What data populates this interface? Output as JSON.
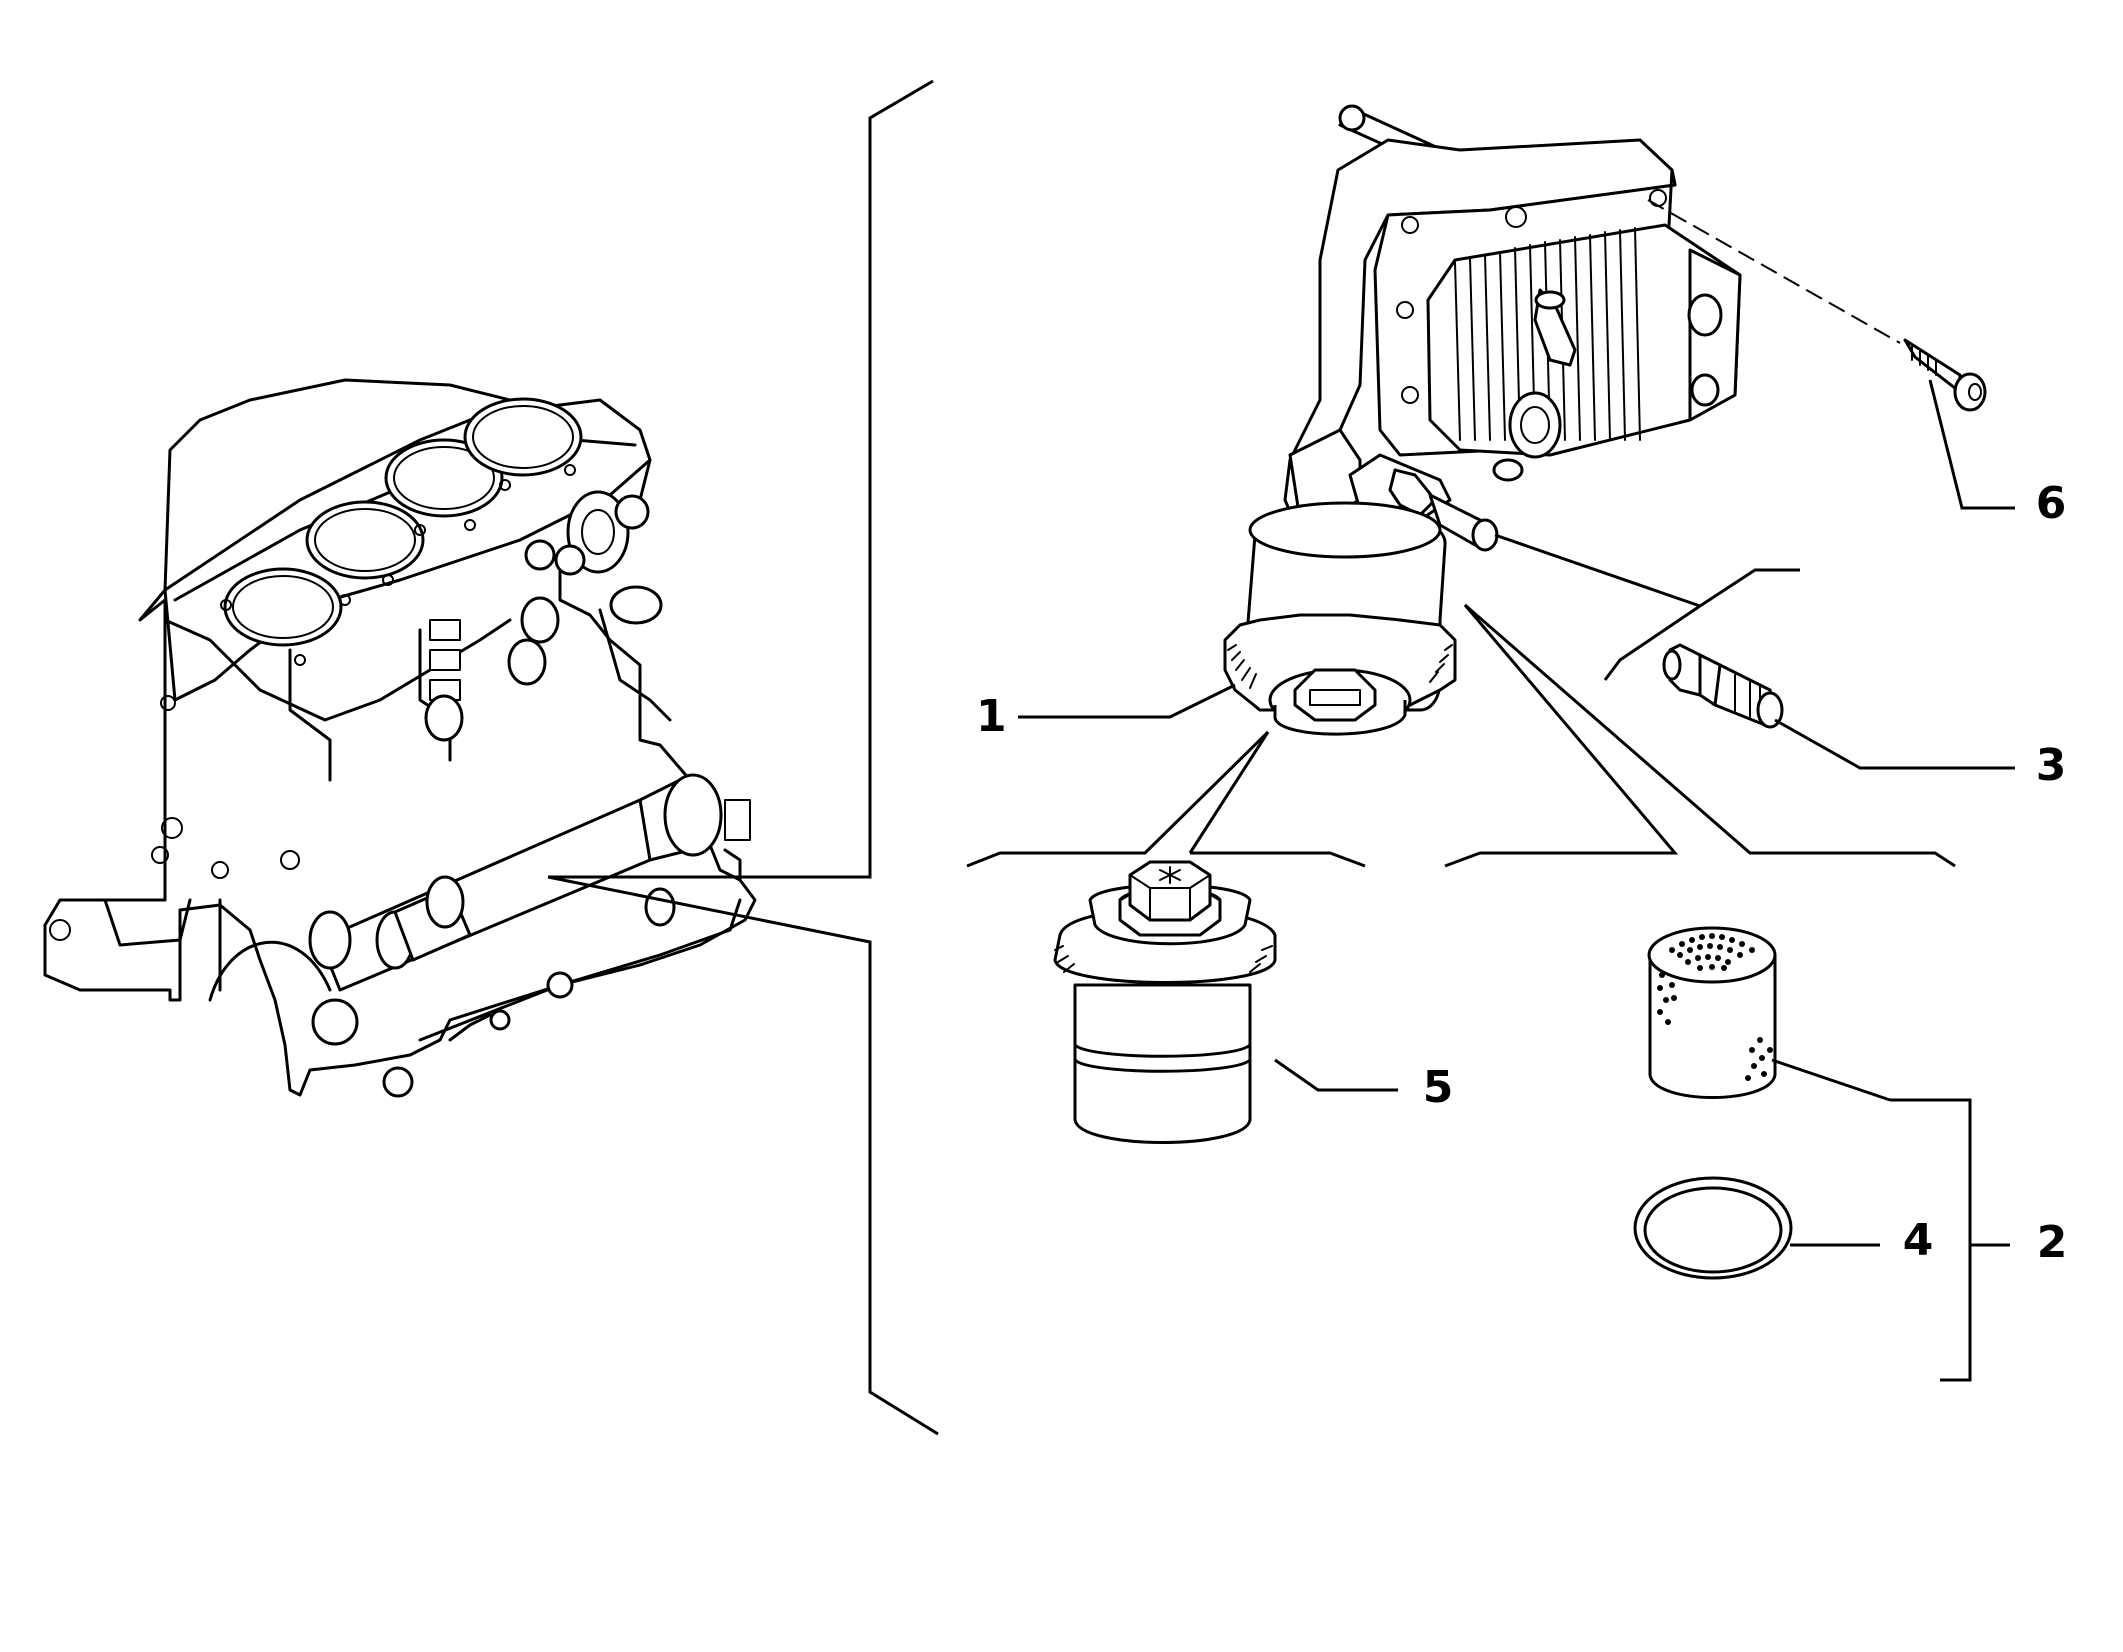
{
  "diagram": {
    "callouts": [
      {
        "id": "c1",
        "label": "1"
      },
      {
        "id": "c2",
        "label": "2"
      },
      {
        "id": "c3",
        "label": "3"
      },
      {
        "id": "c4",
        "label": "4"
      },
      {
        "id": "c5",
        "label": "5"
      },
      {
        "id": "c6",
        "label": "6"
      }
    ]
  },
  "colors": {
    "line": "#000000",
    "background": "#ffffff"
  }
}
